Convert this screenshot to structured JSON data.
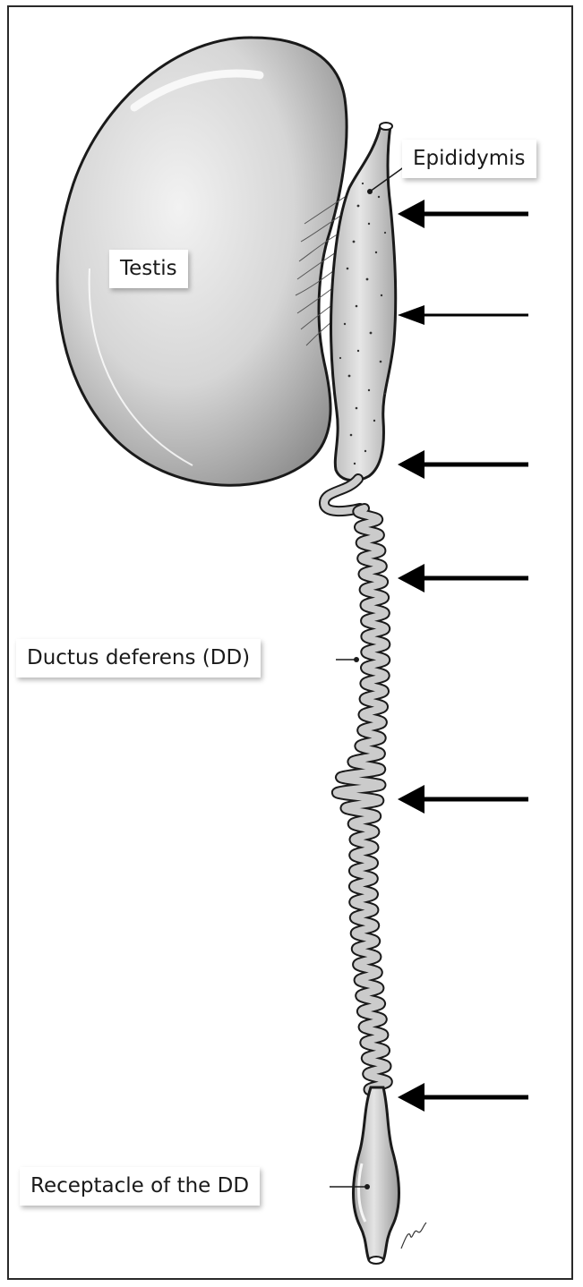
{
  "labels": {
    "epididymis": "Epididymis",
    "testis": "Testis",
    "ductus_deferens": "Ductus deferens (DD)",
    "receptacle": "Receptacle of the DD"
  },
  "arrows_count": 6,
  "colors": {
    "outline": "#1a1a1a",
    "organ_fill": "#cfcfcf",
    "organ_shade": "#9a9a9a",
    "highlight": "#f4f4f4",
    "arrow": "#000000",
    "border": "#2a2a2a"
  }
}
